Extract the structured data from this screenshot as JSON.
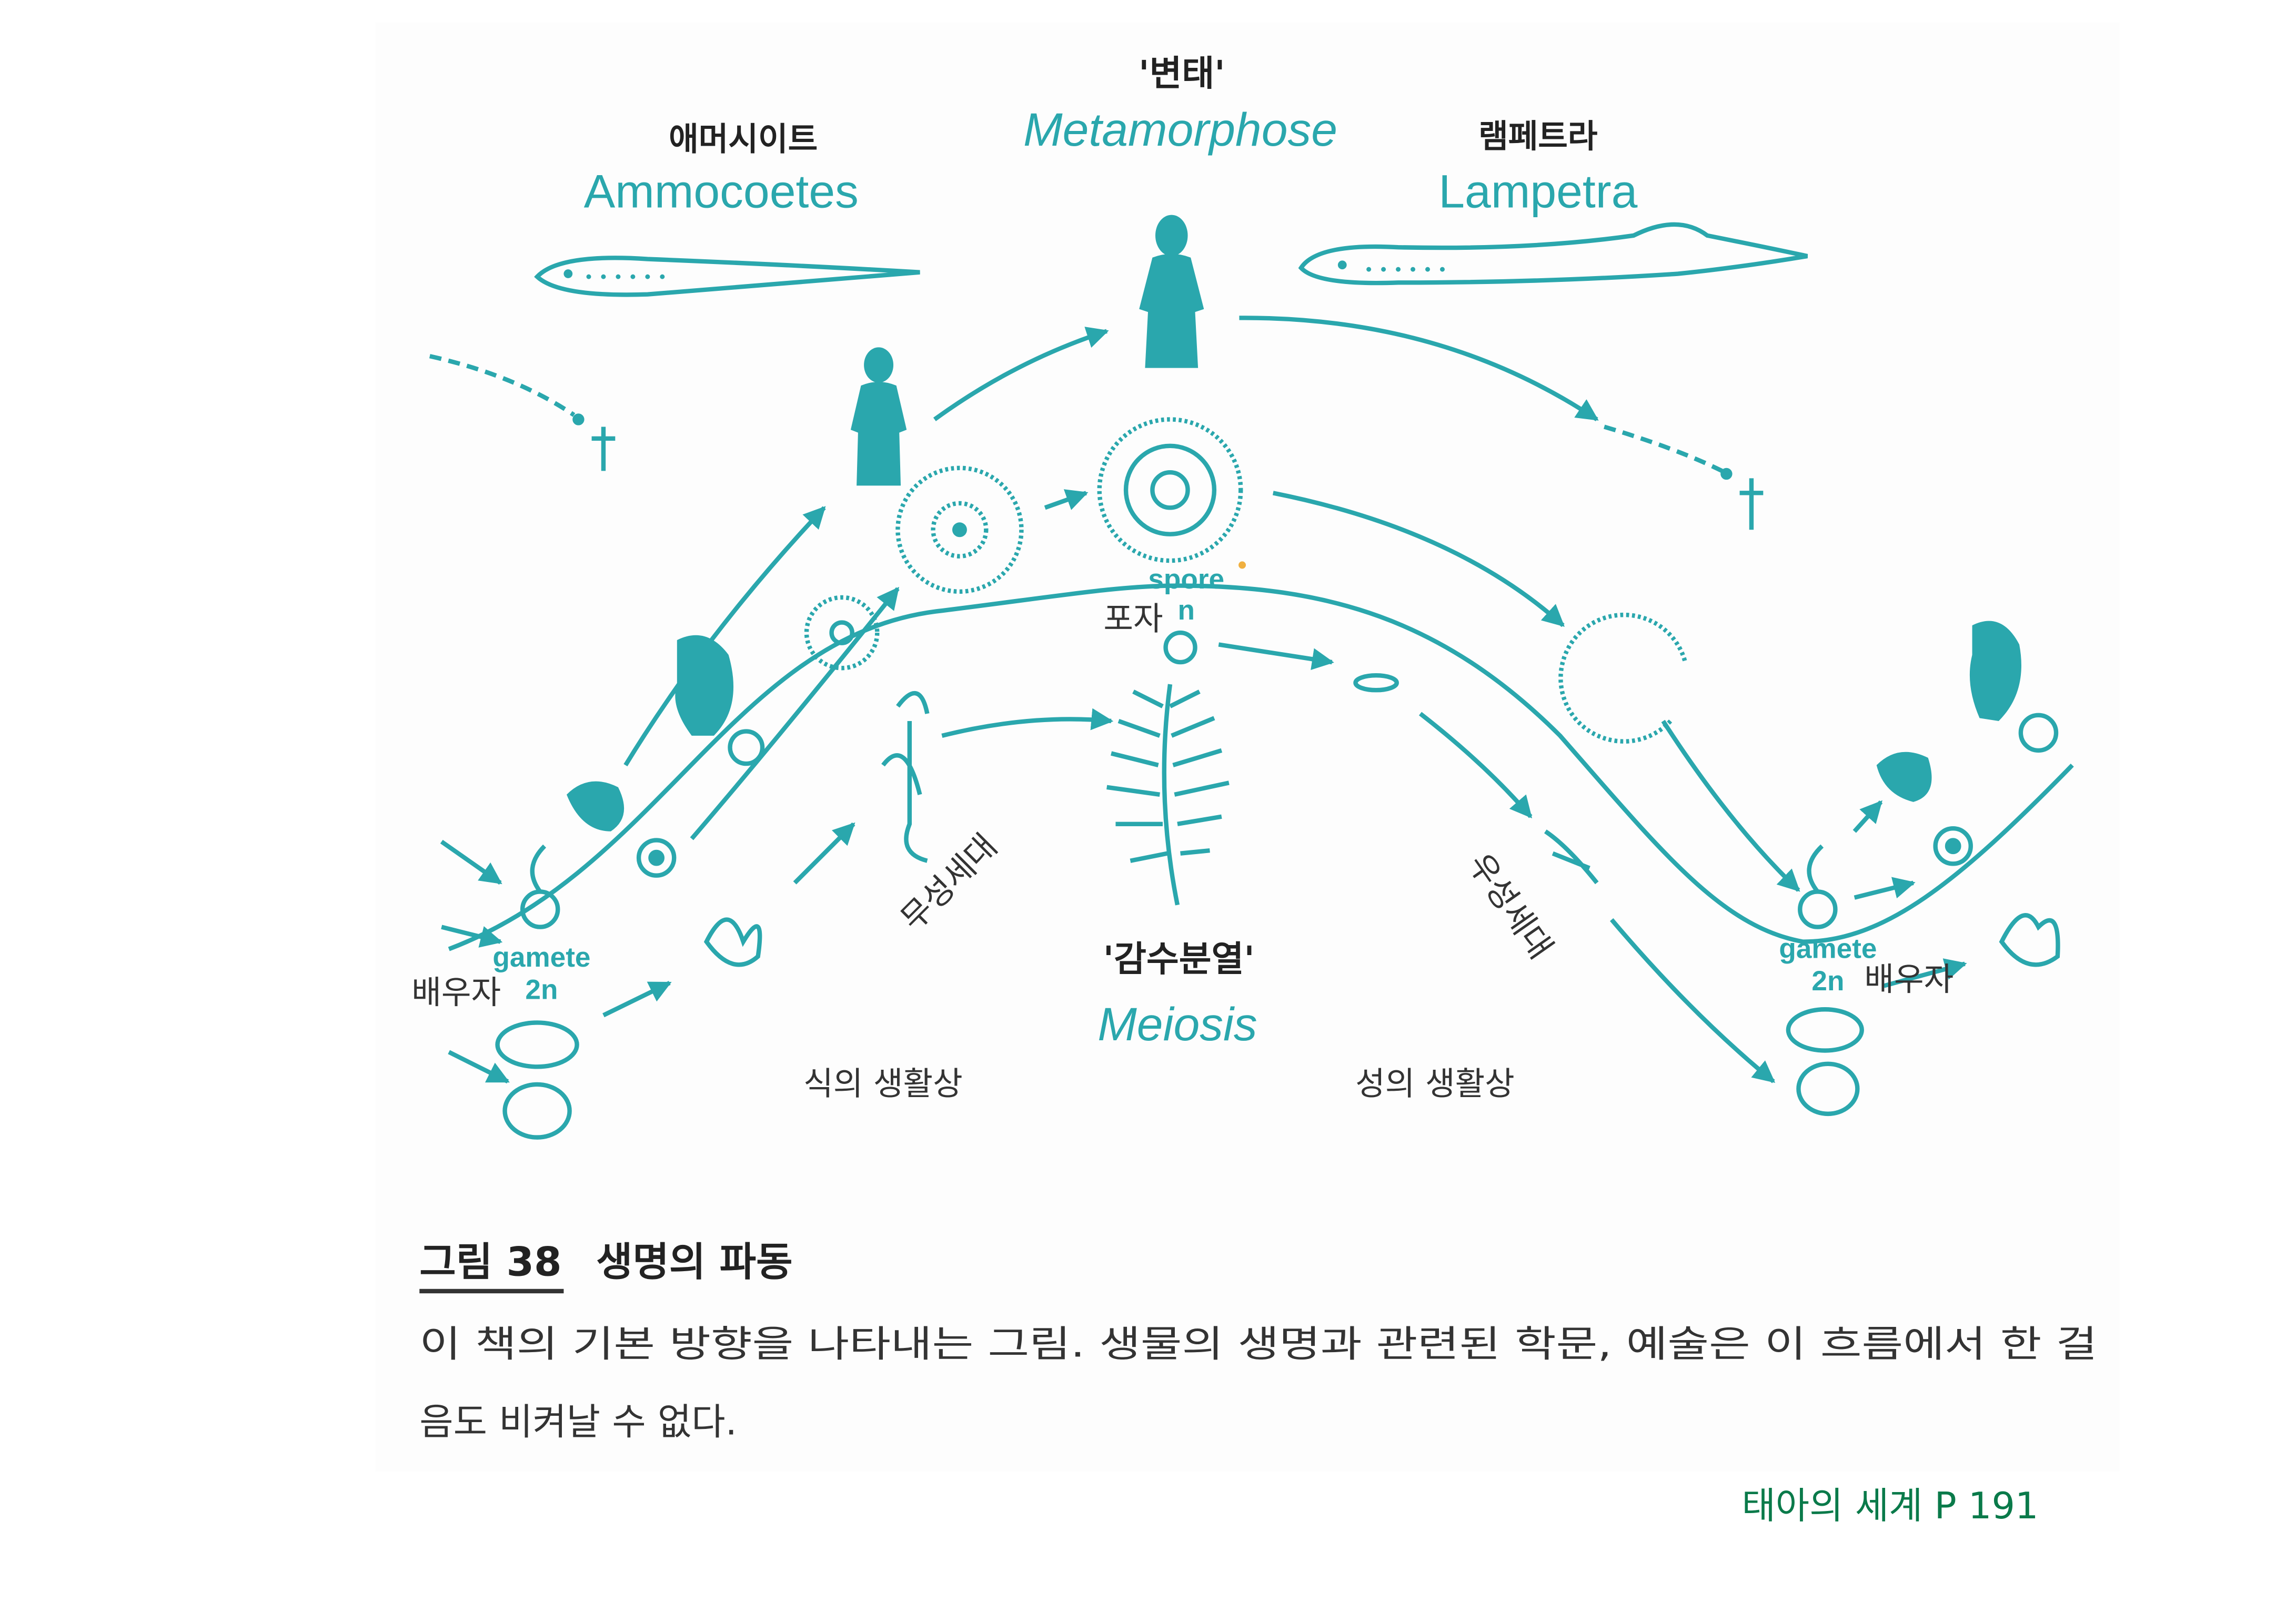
{
  "diagram": {
    "metamorphosis": {
      "korean": "'변태'",
      "latin": "Metamorphose"
    },
    "ammocoetes": {
      "korean": "애머시이트",
      "latin": "Ammocoetes"
    },
    "lampetra": {
      "korean": "램페트라",
      "latin": "Lampetra"
    },
    "spore": {
      "latin": "spore",
      "korean": "포자",
      "ploidy": "n"
    },
    "gamete_left": {
      "latin": "gamete",
      "korean": "배우자",
      "ploidy": "2n"
    },
    "gamete_right": {
      "latin": "gamete",
      "korean": "배우자",
      "ploidy": "2n"
    },
    "asexual_generation": "무성세대",
    "sexual_generation": "우성세대",
    "meiosis": {
      "korean": "'감수분열'",
      "latin": "Meiosis"
    },
    "plant_life_phase": "식의 생활상",
    "sex_life_phase": "성의 생활상",
    "accent_color": "#2aa7ad"
  },
  "caption": {
    "figure_number": "그림 38",
    "title": "생명의 파동",
    "body_line1": "이 책의 기본 방향을 나타내는 그림. 생물의 생명과 관련된 학문, 예술은 이 흐름에서 한 걸",
    "body_line2": "음도 비켜날 수 없다."
  },
  "source": {
    "text": "태아의 세계 P 191",
    "color": "#0a7a4a"
  }
}
